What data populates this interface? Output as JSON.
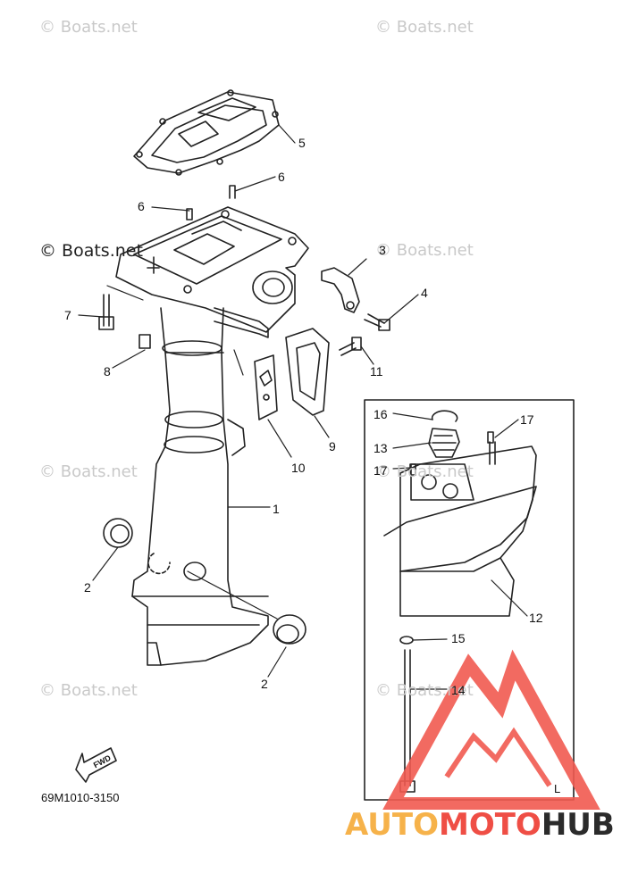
{
  "watermark": "© Boats.net",
  "watermark_strong": "© Boats.net",
  "part_numbers": {
    "p1": "1",
    "p2a": "2",
    "p2b": "2",
    "p3": "3",
    "p4": "4",
    "p5": "5",
    "p6a": "6",
    "p6b": "6",
    "p7": "7",
    "p8": "8",
    "p9": "9",
    "p10": "10",
    "p11": "11",
    "p12": "12",
    "p13": "13",
    "p14": "14",
    "p15": "15",
    "p16": "16",
    "p17a": "17",
    "p17b": "17"
  },
  "diagram_code": "69M1010-3150",
  "fwd_label": "FWD",
  "box_corner_label": "L",
  "brand": {
    "part1": "AUTO",
    "part2": "MOTO",
    "part3": "HUB"
  },
  "colors": {
    "line": "#222222",
    "watermark": "#c9c9c9",
    "brand_orange": "#f6b24a",
    "brand_red": "#ef4e45",
    "brand_dark": "#2b2b2b",
    "logo_red": "#f15a50"
  }
}
